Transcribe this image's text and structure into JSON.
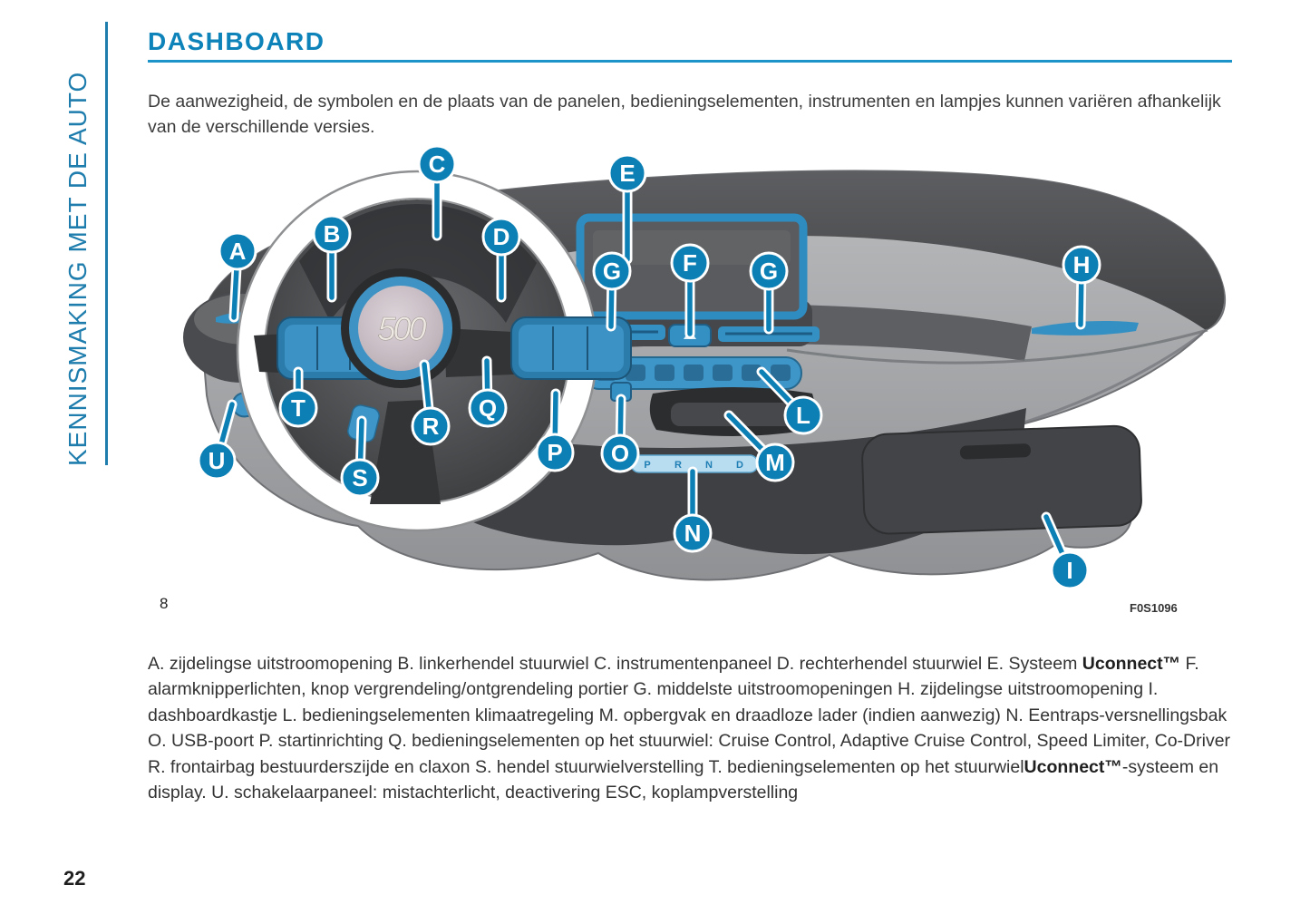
{
  "page": {
    "number": "22"
  },
  "sidebar": {
    "label": "KENNISMAKING MET DE AUTO"
  },
  "header": {
    "title": "DASHBOARD"
  },
  "intro": "De aanwezigheid, de symbolen en de plaats van de panelen, bedieningselementen, instrumenten en lampjes kunnen variëren afhankelijk van de verschillende versies.",
  "figure": {
    "number": "8",
    "code": "F0S1096",
    "wheel_logo": "500",
    "gear_labels": [
      "P",
      "R",
      "N",
      "D"
    ],
    "callouts": [
      {
        "letter": "A"
      },
      {
        "letter": "B"
      },
      {
        "letter": "C"
      },
      {
        "letter": "D"
      },
      {
        "letter": "E"
      },
      {
        "letter": "F"
      },
      {
        "letter": "G"
      },
      {
        "letter": "G"
      },
      {
        "letter": "H"
      },
      {
        "letter": "I"
      },
      {
        "letter": "L"
      },
      {
        "letter": "M"
      },
      {
        "letter": "N"
      },
      {
        "letter": "O"
      },
      {
        "letter": "P"
      },
      {
        "letter": "Q"
      },
      {
        "letter": "R"
      },
      {
        "letter": "S"
      },
      {
        "letter": "T"
      },
      {
        "letter": "U"
      }
    ]
  },
  "legend": {
    "segments": [
      {
        "bold": false,
        "text": "A. zijdelingse uitstroomopening B. linkerhendel stuurwiel C. instrumentenpaneel D. rechterhendel stuurwiel E. Systeem "
      },
      {
        "bold": true,
        "text": "Uconnect™"
      },
      {
        "bold": false,
        "text": " F. alarmknipperlichten, knop vergrendeling/ontgrendeling portier G. middelste uitstroomopeningen H. zijdelingse uitstroomopening I. dashboardkastje L. bedieningselementen klimaatregeling M. opbergvak en draadloze lader (indien aanwezig) N. Eentraps-versnellingsbak O. USB-poort P. startinrichting Q. bedieningselementen op het stuurwiel: Cruise Control, Adaptive Cruise Control, Speed Limiter, Co-Driver R. frontairbag bestuurderszijde en claxon S. hendel stuurwielverstelling T. bedieningselementen op het stuurwiel"
      },
      {
        "bold": true,
        "text": "Uconnect™"
      },
      {
        "bold": false,
        "text": "-systeem en display. U. schakelaarpaneel: mistachterlicht, deactivering ESC, koplampverstelling"
      }
    ]
  },
  "colors": {
    "accent_blue": "#0d83b9",
    "callout_blue": "#0c80b5",
    "highlight_blue": "#3e95c8",
    "rule_blue": "#1d94c9"
  }
}
